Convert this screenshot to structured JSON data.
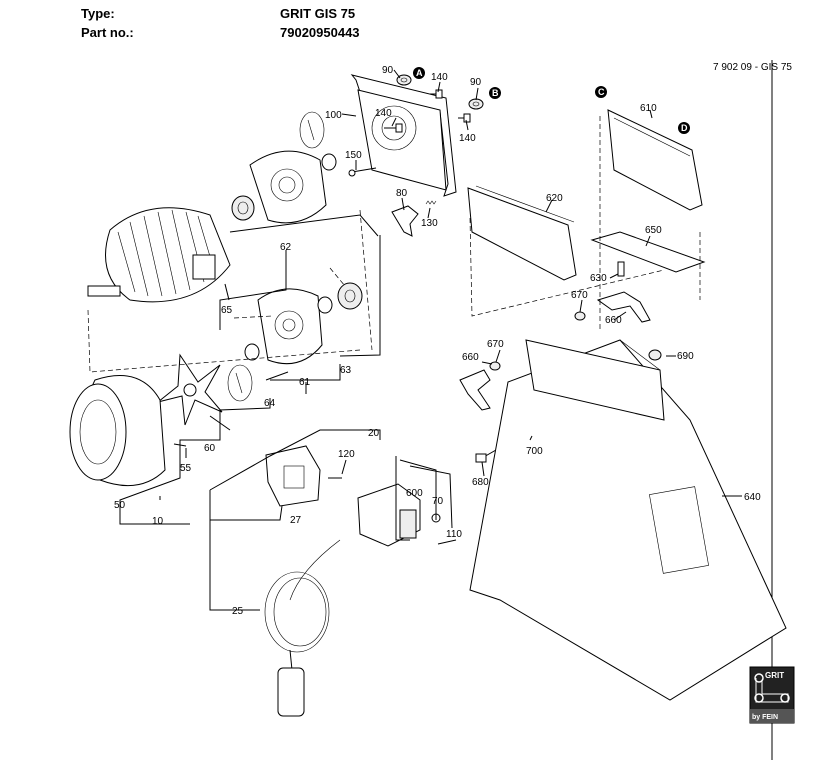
{
  "header": {
    "type_label": "Type:",
    "type_value": "GRIT GIS 75",
    "part_label": "Part no.:",
    "part_value": "79020950443",
    "drawing_id": "7 902 09 - GIS 75"
  },
  "callouts": {
    "A": "A",
    "B": "B",
    "C": "C",
    "D": "D"
  },
  "part_numbers": {
    "p90a": "90",
    "p140a": "140",
    "p90b": "90",
    "p100": "100",
    "p140b": "140",
    "p140c": "140",
    "p150": "150",
    "p80": "80",
    "p130": "130",
    "p62": "62",
    "p65": "65",
    "p63": "63",
    "p61": "61",
    "p64": "64",
    "p60": "60",
    "p55": "55",
    "p50": "50",
    "p10": "10",
    "p20": "20",
    "p120": "120",
    "p600": "600",
    "p70": "70",
    "p110": "110",
    "p27": "27",
    "p25": "25",
    "p610": "610",
    "p620": "620",
    "p650": "650",
    "p630": "630",
    "p670a": "670",
    "p660a": "660",
    "p660b": "660",
    "p670b": "670",
    "p690": "690",
    "p700": "700",
    "p680": "680",
    "p640": "640"
  },
  "logo": {
    "brand": "GRIT",
    "byline": "by FEIN"
  }
}
